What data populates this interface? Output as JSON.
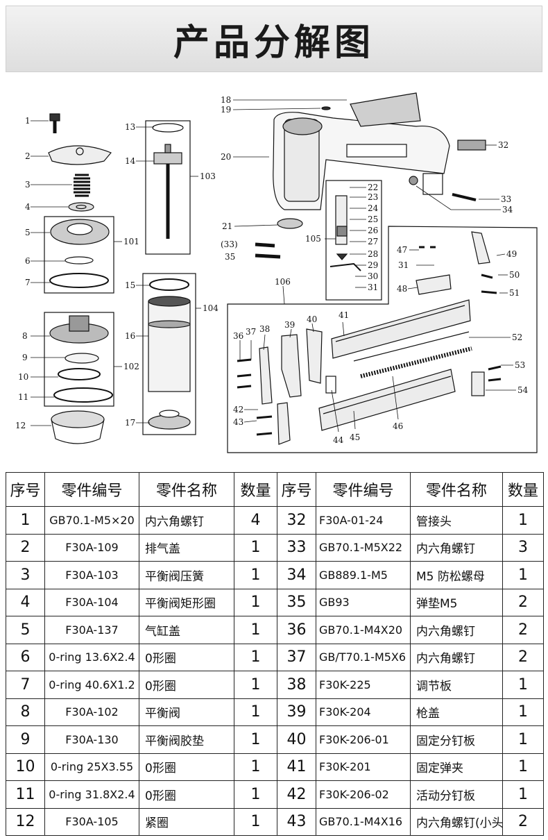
{
  "title": "产品分解图",
  "callouts": {
    "c1": "1",
    "c2": "2",
    "c3": "3",
    "c4": "4",
    "c5": "5",
    "c6": "6",
    "c7": "7",
    "c8": "8",
    "c9": "9",
    "c10": "10",
    "c11": "11",
    "c12": "12",
    "c13": "13",
    "c14": "14",
    "c15": "15",
    "c16": "16",
    "c17": "17",
    "c18": "18",
    "c19": "19",
    "c20": "20",
    "c21": "21",
    "c22": "22",
    "c23": "23",
    "c24": "24",
    "c25": "25",
    "c26": "26",
    "c27": "27",
    "c28": "28",
    "c29": "29",
    "c30": "30",
    "c31": "31",
    "c31b": "31",
    "c32": "32",
    "c33": "33",
    "c33b": "(33)",
    "c34": "34",
    "c35": "35",
    "c36": "36",
    "c37": "37",
    "c38": "38",
    "c39": "39",
    "c40": "40",
    "c41": "41",
    "c42": "42",
    "c43": "43",
    "c44": "44",
    "c45": "45",
    "c46": "46",
    "c47": "47",
    "c48": "48",
    "c49": "49",
    "c50": "50",
    "c51": "51",
    "c52": "52",
    "c53": "53",
    "c54": "54",
    "g101": "101",
    "g102": "102",
    "g103": "103",
    "g104": "104",
    "g105": "105",
    "g106": "106"
  },
  "table": {
    "headers": [
      "序号",
      "零件编号",
      "零件名称",
      "数量",
      "序号",
      "零件编号",
      "零件名称",
      "数量"
    ],
    "rows": [
      {
        "n1": "1",
        "c1": "GB70.1-M5×20",
        "p1": "内六角螺钉",
        "q1": "4",
        "n2": "32",
        "c2": "F30A-01-24",
        "p2": "管接头",
        "q2": "1"
      },
      {
        "n1": "2",
        "c1": "F30A-109",
        "p1": "排气盖",
        "q1": "1",
        "n2": "33",
        "c2": "GB70.1-M5X22",
        "p2": "内六角螺钉",
        "q2": "3"
      },
      {
        "n1": "3",
        "c1": "F30A-103",
        "p1": "平衡阀压簧",
        "q1": "1",
        "n2": "34",
        "c2": "GB889.1-M5",
        "p2": "M5 防松螺母",
        "q2": "1"
      },
      {
        "n1": "4",
        "c1": "F30A-104",
        "p1": "平衡阀矩形圈",
        "q1": "1",
        "n2": "35",
        "c2": "GB93",
        "p2": "弹垫M5",
        "q2": "2"
      },
      {
        "n1": "5",
        "c1": "F30A-137",
        "p1": "气缸盖",
        "q1": "1",
        "n2": "36",
        "c2": "GB70.1-M4X20",
        "p2": "内六角螺钉",
        "q2": "2"
      },
      {
        "n1": "6",
        "c1": "0-ring 13.6X2.4",
        "p1": "0形圈",
        "q1": "1",
        "n2": "37",
        "c2": "GB/T70.1-M5X6",
        "p2": "内六角螺钉",
        "q2": "2"
      },
      {
        "n1": "7",
        "c1": "0-ring 40.6X1.2",
        "p1": "0形圈",
        "q1": "1",
        "n2": "38",
        "c2": "F30K-225",
        "p2": "调节板",
        "q2": "1"
      },
      {
        "n1": "8",
        "c1": "F30A-102",
        "p1": "平衡阀",
        "q1": "1",
        "n2": "39",
        "c2": "F30K-204",
        "p2": "枪盖",
        "q2": "1"
      },
      {
        "n1": "9",
        "c1": "F30A-130",
        "p1": "平衡阀胶垫",
        "q1": "1",
        "n2": "40",
        "c2": "F30K-206-01",
        "p2": "固定分钉板",
        "q2": "1"
      },
      {
        "n1": "10",
        "c1": "0-ring 25X3.55",
        "p1": "0形圈",
        "q1": "1",
        "n2": "41",
        "c2": "F30K-201",
        "p2": "固定弹夹",
        "q2": "1"
      },
      {
        "n1": "11",
        "c1": "0-ring 31.8X2.4",
        "p1": "0形圈",
        "q1": "1",
        "n2": "42",
        "c2": "F30K-206-02",
        "p2": "活动分钉板",
        "q2": "1"
      },
      {
        "n1": "12",
        "c1": "F30A-105",
        "p1": "紧圈",
        "q1": "1",
        "n2": "43",
        "c2": "GB70.1-M4X16",
        "p2": "内六角螺钉(小头)",
        "q2": "2"
      }
    ]
  }
}
